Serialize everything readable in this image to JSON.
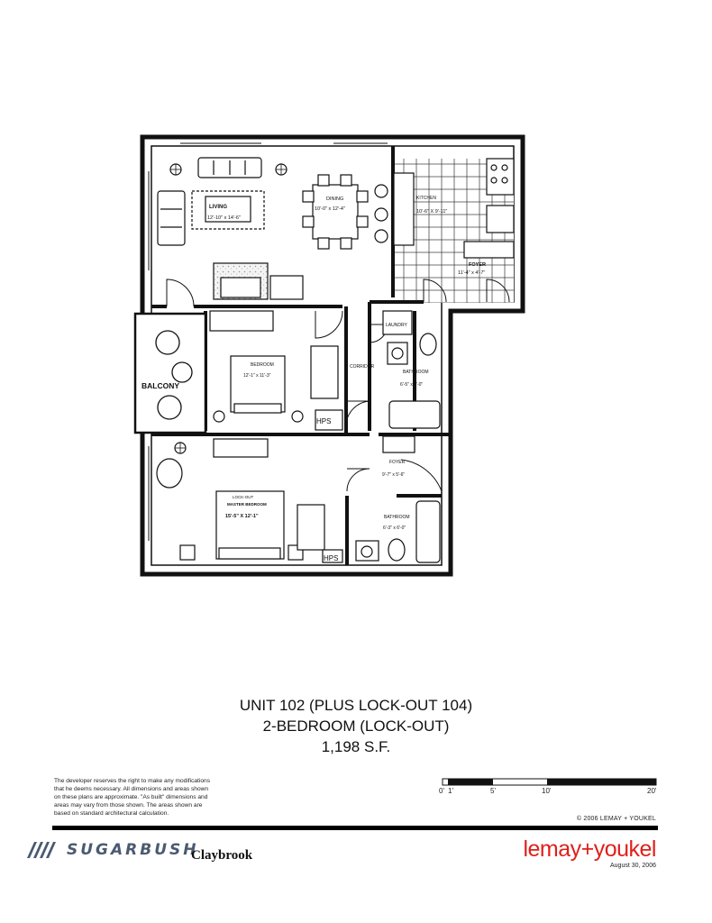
{
  "rooms": {
    "living": {
      "name": "LIVING",
      "dim": "12'-10\" x 14'-6\""
    },
    "dining": {
      "name": "DINING",
      "dim": "10'-0\" x 12'-4\""
    },
    "kitchen": {
      "name": "KITCHEN",
      "dim": "10'-6\" X 9'-11\""
    },
    "foyer_upper": {
      "name": "FOYER",
      "dim": "11'-4\" x 4'-7\""
    },
    "laundry": {
      "name": "LAUNDRY"
    },
    "bathroom_upper": {
      "name": "BATHROOM",
      "dim": "6'-5\" x 9'-0\""
    },
    "corridor": {
      "name": "CORRIDOR"
    },
    "bedroom": {
      "name": "BEDROOM",
      "dim": "12'-1\" x 11'-3\""
    },
    "balcony": {
      "name": "BALCONY"
    },
    "hps_upper": {
      "name": "HPS"
    },
    "foyer_lower": {
      "name": "FOYER",
      "dim": "9'-7\" x 5'-6\""
    },
    "master": {
      "name_top": "LOCK-OUT",
      "name_bottom": "MASTER BEDROOM",
      "dim": "15'-5\" X 12'-1\""
    },
    "bathroom_lower": {
      "name": "BATHROOM",
      "dim": "6'-3\" x 6'-0\""
    },
    "hps_lower": {
      "name": "HPS"
    }
  },
  "caption": {
    "line1": "UNIT 102 (PLUS LOCK-OUT 104)",
    "line2": "2-BEDROOM (LOCK-OUT)",
    "line3": "1,198 S.F."
  },
  "disclaimer": "The developer reserves the right to make any modifications that he deems necessary. All dimensions and areas shown on these plans are approximate. \"As built\" dimensions and areas may vary from those shown. The areas shown are based on standard architectural calculation.",
  "scale": {
    "labels": [
      "0'",
      "1'",
      "5'",
      "10'",
      "20'"
    ]
  },
  "copyright": "© 2006  LEMAY + YOUKEL",
  "footer": {
    "logo_left": "SUGARBUSH",
    "project": "Claybrook",
    "logo_right": "lemay+youkel",
    "date": "August 30, 2006"
  },
  "colors": {
    "brand_red": "#e0201b",
    "sugarbush_blue": "#4a5a70"
  }
}
